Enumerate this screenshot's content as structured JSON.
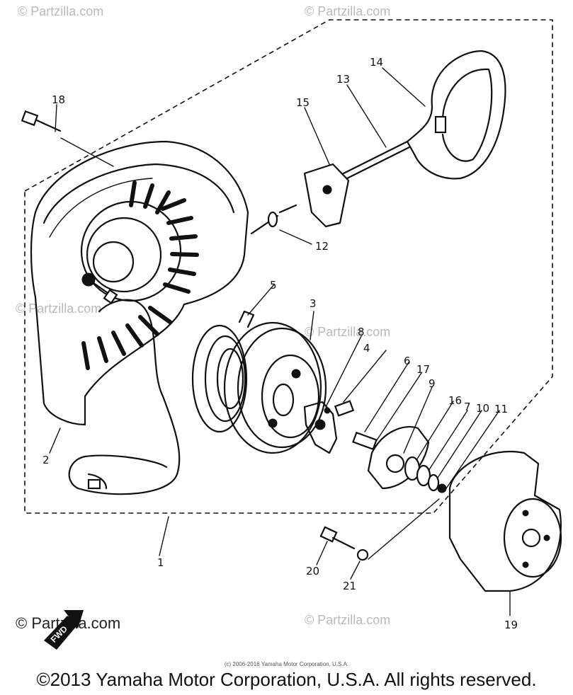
{
  "watermarks": {
    "text": "© Partzilla.com",
    "corner_text": "© Partzilla.com",
    "color": "#b9b9b9"
  },
  "fwd_badge": "FWD",
  "callouts": {
    "c1": "1",
    "c2": "2",
    "c3": "3",
    "c4": "4",
    "c5": "5",
    "c6": "6",
    "c7": "7",
    "c8": "8",
    "c9": "9",
    "c10": "10",
    "c11": "11",
    "c12": "12",
    "c13": "13",
    "c14": "14",
    "c15": "15",
    "c16": "16",
    "c17": "17",
    "c18": "18",
    "c19": "19",
    "c20": "20",
    "c21": "21"
  },
  "footer": {
    "small_copyright": "(c) 2006-2016 Yamaha Motor Corporation, U.S.A.",
    "copyright": "©2013 Yamaha Motor Corporation, U.S.A. All rights reserved."
  }
}
